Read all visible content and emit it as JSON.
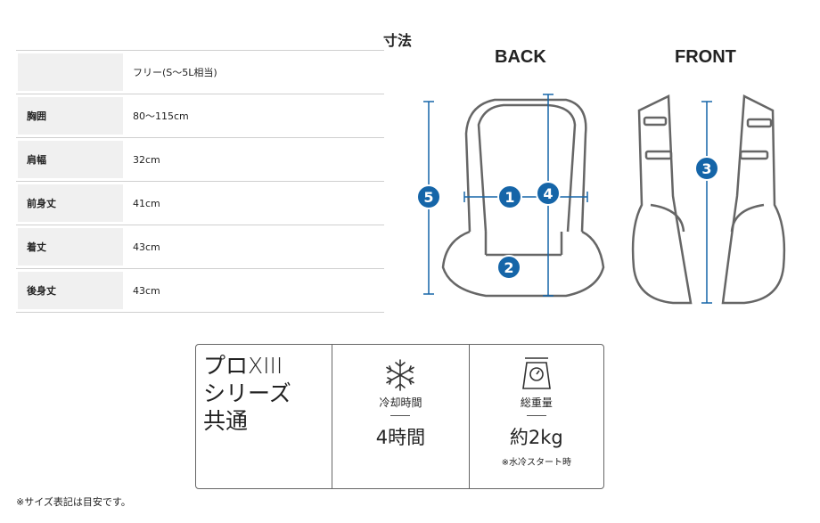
{
  "title": "寸法",
  "table": {
    "rows": [
      {
        "label": "",
        "value": "フリー(S〜5L相当)"
      },
      {
        "label": "胸囲",
        "value": "80〜115cm"
      },
      {
        "label": "肩幅",
        "value": "32cm"
      },
      {
        "label": "前身丈",
        "value": "41cm"
      },
      {
        "label": "着丈",
        "value": "43cm"
      },
      {
        "label": "後身丈",
        "value": "43cm"
      }
    ]
  },
  "diagram": {
    "back_label": "BACK",
    "front_label": "FRONT",
    "markers": [
      "1",
      "2",
      "3",
      "4",
      "5"
    ],
    "marker_color": "#1565a8",
    "line_color": "#1565a8",
    "outline_color": "#666666"
  },
  "info": {
    "series_lines": [
      "プロXIII",
      "シリーズ",
      "共通"
    ],
    "cooling": {
      "icon": "snowflake-icon",
      "label": "冷却時間",
      "value": "4時間"
    },
    "weight": {
      "icon": "scale-icon",
      "label": "総重量",
      "value": "約2kg",
      "note": "※水冷スタート時"
    }
  },
  "footnote": "※サイズ表記は目安です。"
}
